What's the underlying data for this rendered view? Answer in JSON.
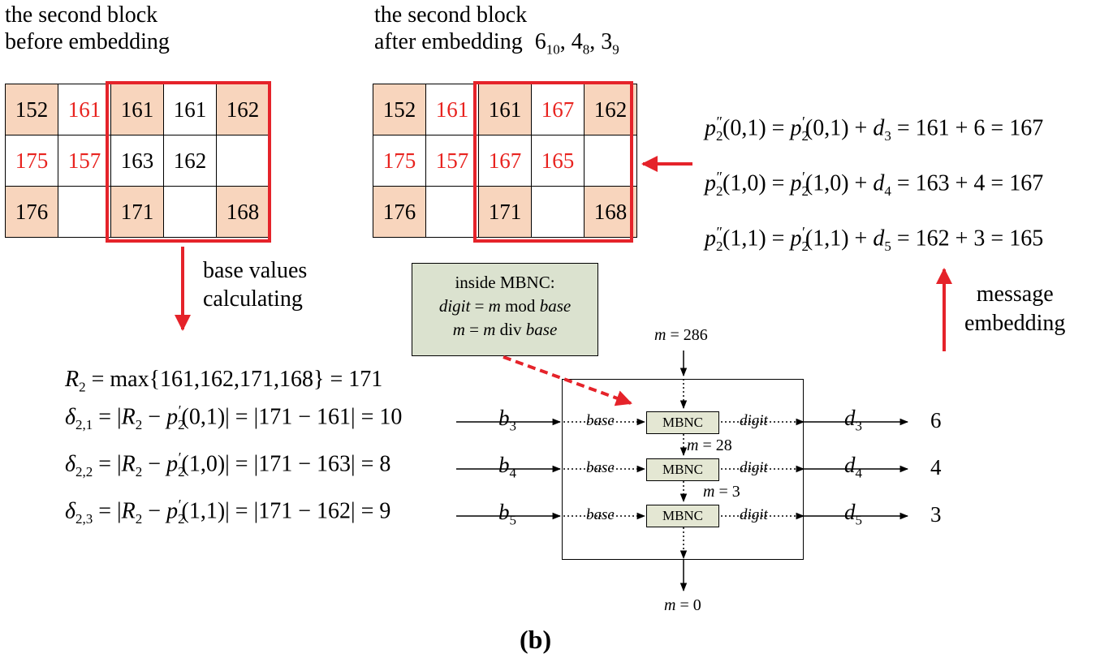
{
  "before": {
    "title_line1": "the second block",
    "title_line2": "before embedding",
    "rows": [
      [
        "152",
        "161",
        "161",
        "161",
        "162"
      ],
      [
        "175",
        "157",
        "163",
        "162",
        ""
      ],
      [
        "176",
        "",
        "171",
        "",
        "168"
      ]
    ]
  },
  "after": {
    "title_line1": "the second block",
    "title_line2": "after embedding",
    "embedded": {
      "d1": "6",
      "b1": "10",
      "d2": "4",
      "b2": "8",
      "d3": "3",
      "b3": "9"
    },
    "rows": [
      [
        "152",
        "161",
        "161",
        "167",
        "162"
      ],
      [
        "175",
        "157",
        "167",
        "165",
        ""
      ],
      [
        "176",
        "",
        "171",
        "",
        "168"
      ]
    ]
  },
  "equations_right": [
    {
      "lhs_arg": "(0,1)",
      "rhs_arg": "(0,1)",
      "d": "3",
      "val": "161 + 6 = 167"
    },
    {
      "lhs_arg": "(1,0)",
      "rhs_arg": "(1,0)",
      "d": "4",
      "val": "163 + 4 = 167"
    },
    {
      "lhs_arg": "(1,1)",
      "rhs_arg": "(1,1)",
      "d": "5",
      "val": "162 + 3 = 165"
    }
  ],
  "labels": {
    "base_values_1": "base values",
    "base_values_2": "calculating",
    "message_1": "message",
    "message_2": "embedding",
    "caption": "(b)"
  },
  "note": {
    "line1": "inside MBNC:",
    "line2_a": "digit",
    "line2_b": " = ",
    "line2_c": "m",
    "line2_d": " mod ",
    "line2_e": "base",
    "line3_a": "m",
    "line3_b": " = ",
    "line3_c": "m",
    "line3_d": " div ",
    "line3_e": "base"
  },
  "formulas": {
    "r2": "max{161,162,171,168} = 171",
    "deltas": [
      {
        "sub": "2,1",
        "arg": "(0,1)",
        "val": "171 − 161",
        "res": "= 10"
      },
      {
        "sub": "2,2",
        "arg": "(1,0)",
        "val": "171 − 163",
        "res": "= 8"
      },
      {
        "sub": "2,3",
        "arg": "(1,1)",
        "val": "171 − 162",
        "res": "= 9"
      }
    ]
  },
  "mbnc": {
    "label": "MBNC",
    "m_top": "m = 286",
    "m_mid1": "m = 28",
    "m_mid2": "m = 3",
    "m_bottom": "m = 0",
    "base_word": "base",
    "digit_word": "digit",
    "inputs": [
      {
        "b": "b",
        "sub": "3"
      },
      {
        "b": "b",
        "sub": "4"
      },
      {
        "b": "b",
        "sub": "5"
      }
    ],
    "outputs": [
      {
        "d": "d",
        "sub": "3",
        "val": "6"
      },
      {
        "d": "d",
        "sub": "4",
        "val": "4"
      },
      {
        "d": "d",
        "sub": "5",
        "val": "3"
      }
    ]
  },
  "colors": {
    "red": "#e5232a",
    "shade": "#f8d5bd",
    "note_bg": "#dbe2cf",
    "mbnc_bg": "#e4e7d3"
  }
}
